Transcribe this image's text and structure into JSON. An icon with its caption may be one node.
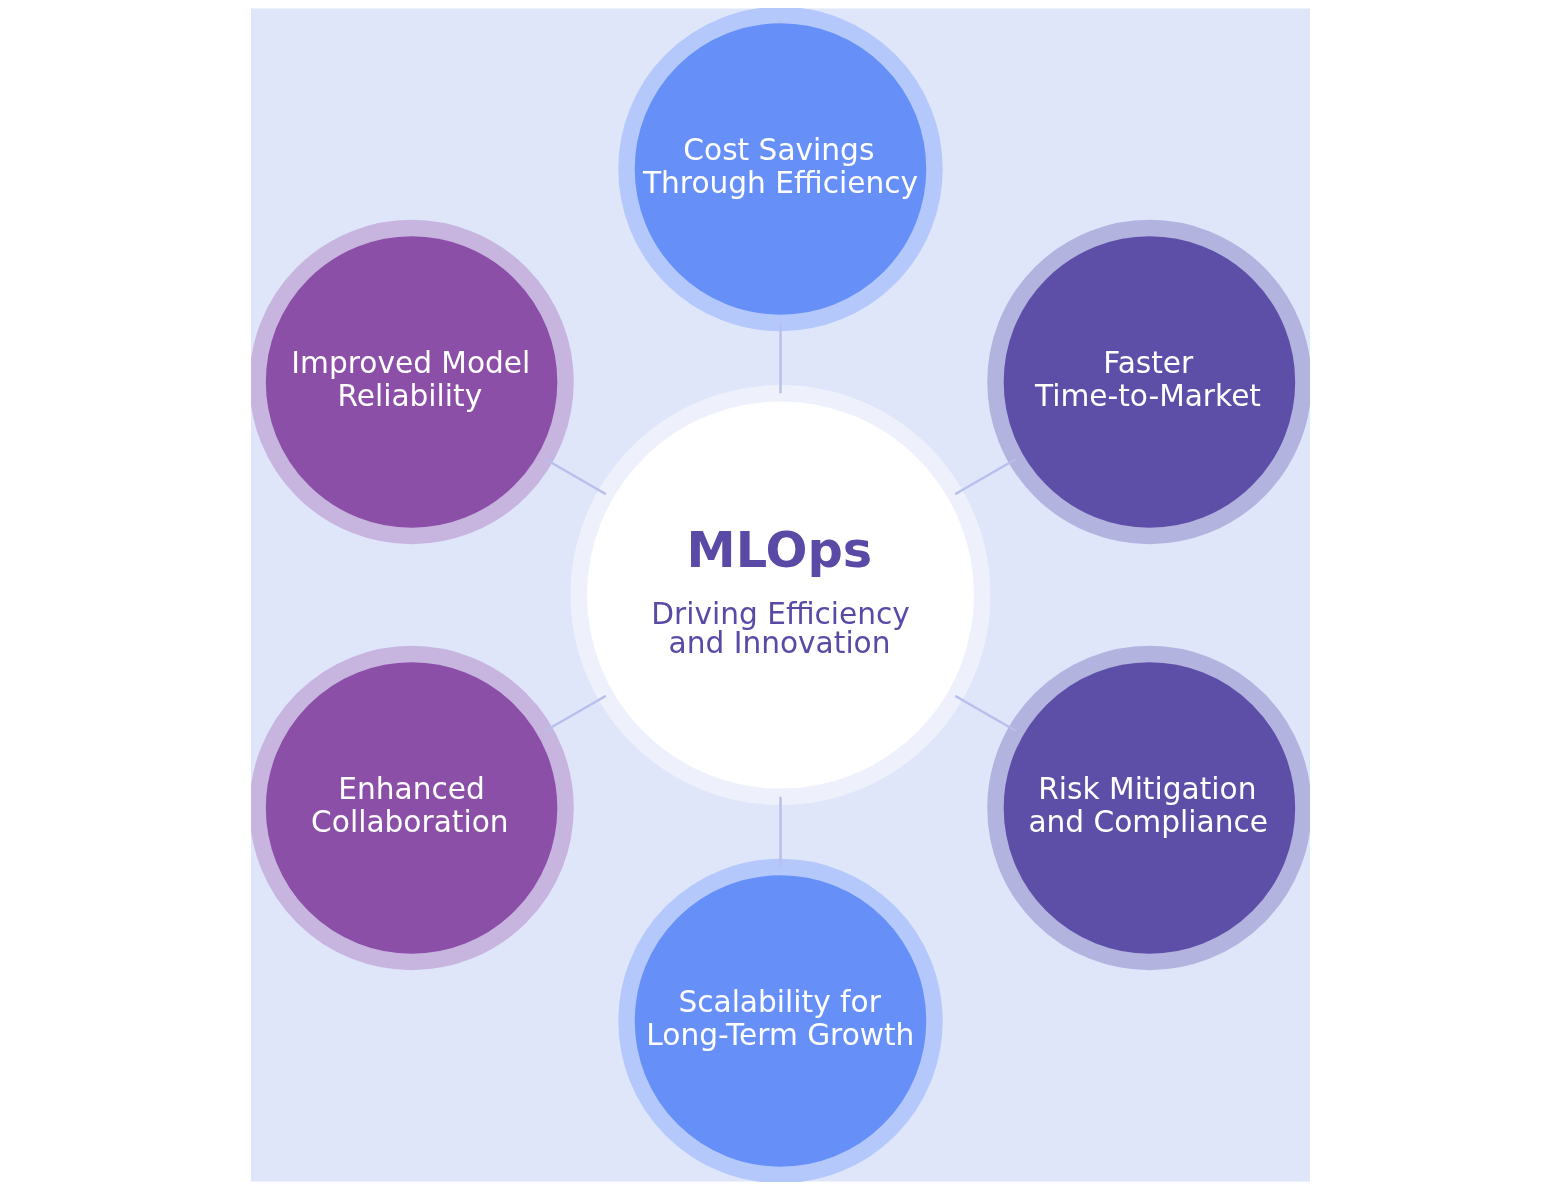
{
  "diagram": {
    "nodes": [
      {
        "text": [
          "MLOps",
          "Driving Efficiency and Innovation"
        ]
      },
      {
        "text": [
          "Faster Time-to-Market"
        ]
      },
      {
        "text": [
          "Cost Savings Through Efficiency"
        ]
      },
      {
        "text": [
          "Improved Model Reliability"
        ]
      },
      {
        "text": [
          "Enhanced Collaboration"
        ]
      },
      {
        "text": [
          "Scalability for Long-Term Growth"
        ]
      },
      {
        "text": [
          "Risk Mitigation and Compliance"
        ]
      }
    ],
    "edges": [
      {
        "from": 0,
        "to": 1,
        "arrow": "none"
      },
      {
        "from": 0,
        "to": 3,
        "arrow": "none"
      },
      {
        "from": 0,
        "to": 5,
        "arrow": "none"
      },
      {
        "from": 0,
        "to": 6,
        "arrow": "none"
      },
      {
        "from": 0,
        "to": 4,
        "arrow": "none"
      },
      {
        "from": 0,
        "to": 2,
        "arrow": "none"
      }
    ]
  }
}
